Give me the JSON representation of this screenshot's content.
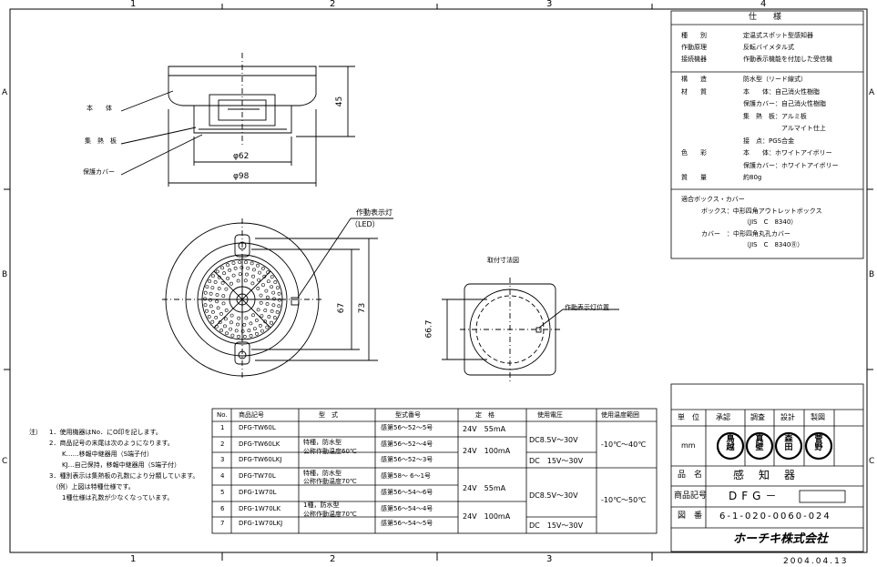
{
  "border": {
    "col_top": [
      "1",
      "2",
      "3",
      "4"
    ],
    "col_bottom": [
      "1",
      "2",
      "3"
    ],
    "row_left": [
      "A",
      "B",
      "C"
    ],
    "row_right": [
      "A",
      "B",
      "C"
    ]
  },
  "spec": {
    "title": "仕　　様",
    "rows1": [
      {
        "k": "種　　別",
        "v": "定温式スポット型感知器"
      },
      {
        "k": "作動原理",
        "v": "反転バイメタル式"
      },
      {
        "k": "接続機器",
        "v": "作動表示機能を付加した受信機"
      }
    ],
    "rows2": [
      {
        "k": "構　　造",
        "v": "防水型（リード線式）"
      },
      {
        "k": "材　　質",
        "v": "本　　体：自己消火性樹脂"
      },
      {
        "k": "",
        "v": "保護カバー：自己消火性樹脂"
      },
      {
        "k": "",
        "v": "集　熱　板：アルミ板"
      },
      {
        "k": "",
        "v": "　　　　　　アルマイト仕上"
      },
      {
        "k": "",
        "v": "接　点：PGS合金"
      },
      {
        "k": "色　　彩",
        "v": "本　　体：ホワイトアイボリー"
      },
      {
        "k": "",
        "v": "保護カバー：ホワイトアイボリー"
      },
      {
        "k": "質　　量",
        "v": "約80g"
      }
    ],
    "fit": [
      "適合ボックス・カバー",
      "ボックス：中形四角アウトレットボックス",
      "（JIS　C　8340）",
      "カバー　：中形四角丸孔カバー",
      "（JIS　C　8340Ⓡ）"
    ]
  },
  "labels": {
    "body": "本　　体",
    "plate": "集　熱　板",
    "cover": "保護カバー",
    "dim45": "45",
    "dim62": "φ62",
    "dim98": "φ98",
    "indicator": "作動表示灯",
    "led": "（LED）",
    "dim67": "67",
    "dim73": "73",
    "mount_title": "取付寸法図",
    "mount_indicator": "作動表示灯位置",
    "dim66_7": "66.7"
  },
  "notes": {
    "head": "注）",
    "lines": [
      "1．使用機器はNo．にO印を記します。",
      "2．商品記号の末尾は次のようになります。",
      "　　K……移報中継器用（S端子付）",
      "　　KJ…自己保持，移報中継器用（S端子付）",
      "3．種別表示は集熱板の孔数により分類しています。",
      "　（例）上図は特種仕様です。",
      "　　1種仕様は孔数が少なくなっています。"
    ]
  },
  "table": {
    "headers": [
      "No.",
      "商品記号",
      "型　式",
      "型式番号",
      "定　格",
      "使用電圧",
      "使用温度範囲"
    ],
    "rows": [
      {
        "no": "1",
        "code": "DFG-TW60L",
        "num": "感第56～52～5号"
      },
      {
        "no": "2",
        "code": "DFG-TW60LK",
        "num": "感第56～52～4号"
      },
      {
        "no": "3",
        "code": "DFG-TW60LKJ",
        "num": "感第56～52～3号"
      },
      {
        "no": "4",
        "code": "DFG-TW70L",
        "num": "感第58～ 6～1号"
      },
      {
        "no": "5",
        "code": "DFG-1W70L",
        "num": "感第56～54～6号"
      },
      {
        "no": "6",
        "code": "DFG-1W70LK",
        "num": "感第56～54～4号"
      },
      {
        "no": "7",
        "code": "DFG-1W70LKJ",
        "num": "感第56～54～5号"
      }
    ],
    "type1a": "特種，防水型",
    "type1b": "公称作動温度60℃",
    "type2a": "特種，防水型",
    "type2b": "公称作動温度70℃",
    "type3a": "1種，防水型",
    "type3b": "公称作動温度70℃",
    "rating55": "24V　55mA",
    "rating100": "24V　100mA",
    "rating55b": "24V　55mA",
    "rating100b": "24V　100mA",
    "volt1": "DC8.5V～30V",
    "volt2": "DC　15V～30V",
    "volt3": "DC8.5V～30V",
    "volt4": "DC　15V～30V",
    "temp1": "-10℃～40℃",
    "temp2": "-10℃～50℃"
  },
  "title_block": {
    "unit": "単　位",
    "roles": [
      "承認",
      "調査",
      "設計",
      "製図"
    ],
    "mm": "mm",
    "stamps": [
      "鳥越",
      "真壁",
      "森田",
      "菅野"
    ],
    "name_label": "品　名",
    "name_value": "感　知　器",
    "code_label": "商品記号",
    "code_value": "DFG－",
    "drawing_label": "図　番",
    "drawing_value": "6-1-020-0060-024",
    "company": "ホーチキ株式会社",
    "date": "2004.04.13"
  }
}
